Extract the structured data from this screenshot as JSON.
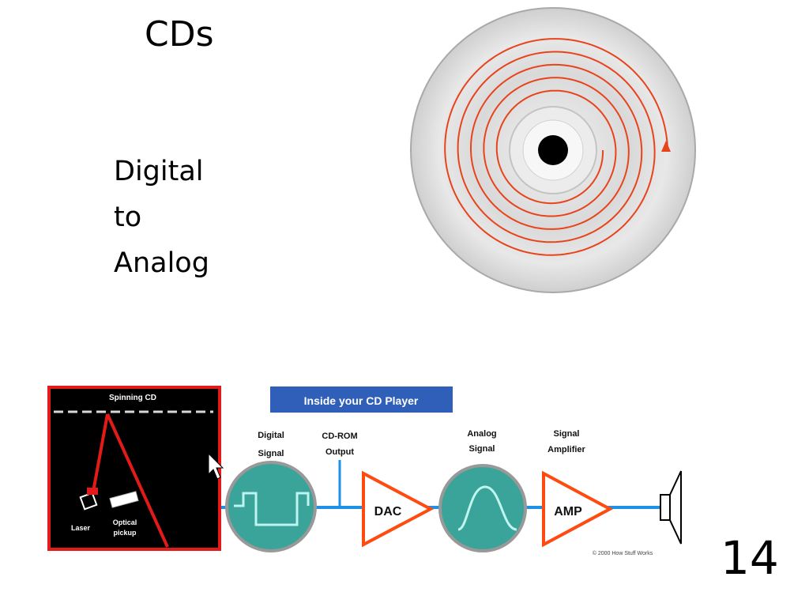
{
  "slide": {
    "title": "CDs",
    "subtitle_lines": [
      "Digital",
      "to",
      "Analog"
    ],
    "page_number": "14"
  },
  "diagram": {
    "banner": "Inside your CD Player",
    "spinning_cd": "Spinning CD",
    "laser": "Laser",
    "optical_pickup_line1": "Optical",
    "optical_pickup_line2": "pickup",
    "digital_signal_line1": "Digital",
    "digital_signal_line2": "Signal",
    "cdrom_line1": "CD-ROM",
    "cdrom_line2": "Output",
    "analog_signal_line1": "Analog",
    "analog_signal_line2": "Signal",
    "amplifier_line1": "Signal",
    "amplifier_line2": "Amplifier",
    "dac": "DAC",
    "amp": "AMP",
    "copyright": "© 2000 How Stuff Works"
  },
  "colors": {
    "spiral": "#e8441c",
    "wire": "#1e90e6",
    "teal": "#3aa39a",
    "banner": "#2f5fb8",
    "red_box": "#e21a1a",
    "triangle": "#ff4a10"
  }
}
